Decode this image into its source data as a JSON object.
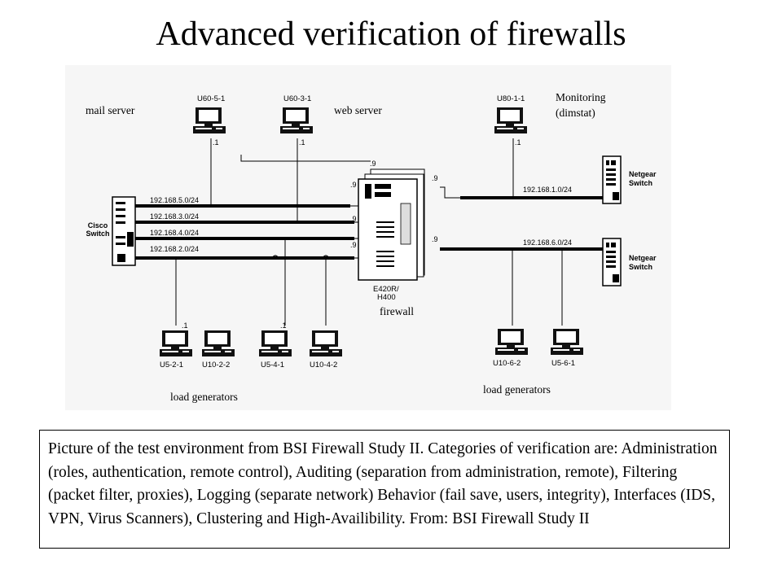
{
  "title": "Advanced verification of firewalls",
  "diagram": {
    "labels": {
      "mail_server": "mail server",
      "web_server": "web server",
      "monitoring_line1": "Monitoring",
      "monitoring_line2": "(dimstat)",
      "firewall": "firewall",
      "load_generators_left": "load generators",
      "load_generators_right": "load generators"
    },
    "hosts": {
      "u60_5_1": "U60-5-1",
      "u60_3_1": "U60-3-1",
      "u80_1_1": "U80-1-1",
      "u5_2_1": "U5-2-1",
      "u10_2_2": "U10-2-2",
      "u5_4_1": "U5-4-1",
      "u10_4_2": "U10-4-2",
      "u10_6_2": "U10-6-2",
      "u5_6_1": "U5-6-1"
    },
    "switches": {
      "cisco_line1": "Cisco",
      "cisco_line2": "Switch",
      "netgear1_line1": "Netgear",
      "netgear1_line2": "Switch",
      "netgear2_line1": "Netgear",
      "netgear2_line2": "Switch"
    },
    "firewall_model_line1": "E420R/",
    "firewall_model_line2": "H400",
    "subnets": {
      "net5": "192.168.5.0/24",
      "net3": "192.168.3.0/24",
      "net4": "192.168.4.0/24",
      "net2": "192.168.2.0/24",
      "net1": "192.168.1.0/24",
      "net6": "192.168.6.0/24"
    },
    "addresses": {
      "dot1": ".1",
      "dot9": ".9"
    }
  },
  "caption": "Picture of the test environment from BSI Firewall Study II. Categories of verification are: Administration (roles, authentication, remote control), Auditing (separation from administration, remote), Filtering (packet filter, proxies), Logging (separate network) Behavior (fail save, users, integrity), Interfaces (IDS, VPN, Virus Scanners), Clustering and High-Availibility. From: BSI Firewall Study II"
}
